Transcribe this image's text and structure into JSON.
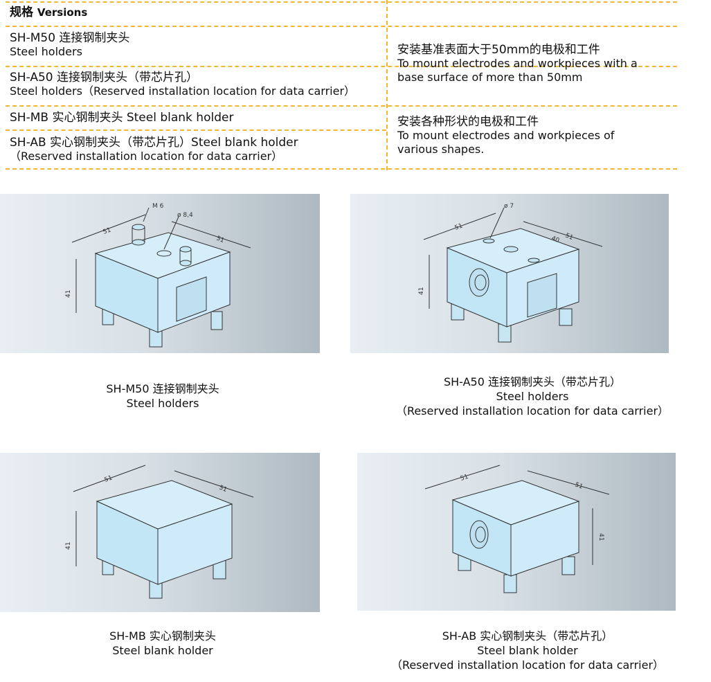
{
  "header": {
    "title_zh": "规格",
    "title_en": "Versions"
  },
  "rows": [
    {
      "model": "SH-M50 连接钢制夹头",
      "desc": "Steel holders"
    },
    {
      "model": "SH-A50 连接钢制夹头（带芯片孔）",
      "desc": "Steel holders（Reserved installation location for data carrier）"
    },
    {
      "model": "SH-MB 实心钢制夹头 Steel blank holder",
      "desc": ""
    },
    {
      "model": "SH-AB 实心钢制夹头（带芯片孔）Steel blank holder",
      "desc": "（Reserved  installation location for data carrier）"
    }
  ],
  "applications": [
    {
      "zh": "安装基准表面大于50mm的电极和工件",
      "en1": "To mount electrodes and workpieces with a",
      "en2": "base surface of more than 50mm"
    },
    {
      "zh": "安装各种形状的电极和工件",
      "en1": "To mount electrodes and workpieces of",
      "en2": "various shapes."
    }
  ],
  "figures": [
    {
      "dims": {
        "a": "51",
        "b": "51",
        "h": "41",
        "m": "M 6",
        "d": "ø 8,4"
      },
      "caption": [
        "SH-M50 连接钢制夹头",
        "Steel holders"
      ]
    },
    {
      "dims": {
        "a": "51",
        "b": "51",
        "h": "41",
        "m": "ø 7",
        "c": "40"
      },
      "caption": [
        "SH-A50 连接钢制夹头（带芯片孔）",
        "Steel holders",
        "（Reserved  installation location for data carrier）"
      ]
    },
    {
      "dims": {
        "a": "51",
        "b": "51",
        "h": "41"
      },
      "caption": [
        "SH-MB 实心钢制夹头",
        "Steel blank holder"
      ]
    },
    {
      "dims": {
        "a": "51",
        "b": "51",
        "h": "41"
      },
      "caption": [
        "SH-AB 实心钢制夹头（带芯片孔）",
        "Steel blank holder",
        "（Reserved  installation location for data carrier）"
      ]
    }
  ]
}
